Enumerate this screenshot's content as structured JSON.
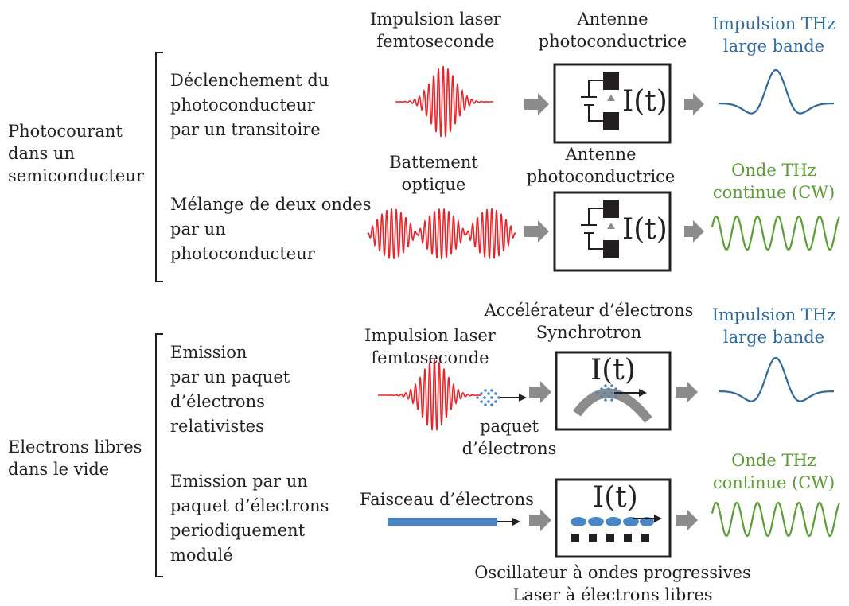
{
  "categories": {
    "photocurrent": "Photocourant\ndans un\nsemiconducteur",
    "free_electrons": "Electrons libres\ndans le vide"
  },
  "methods": {
    "m1": "Déclenchement du\nphotoconducteur\npar un transitoire",
    "m2": "Mélange de deux ondes\npar un\nphotoconducteur",
    "m3": "Emission\npar un paquet\nd’électrons\nrelativistes",
    "m4": "Emission par un\npaquet d’électrons\nperiodiquement\nmodulé"
  },
  "sources": {
    "s1": "Impulsion laser\nfemtoseconde",
    "s2": "Battement\noptique",
    "s3": "Impulsion laser\nfemtoseconde",
    "s4": "Faisceau d’électrons"
  },
  "devices": {
    "d1": "Antenne\nphotoconductrice",
    "d2": "Antenne\nphotoconductrice",
    "d3": "Accélérateur d’électrons\nSynchrotron",
    "d4": "Oscillateur à ondes progressives\nLaser à électrons libres"
  },
  "annotations": {
    "bunch": "paquet\nd’électrons",
    "current": "I(t)"
  },
  "outputs": {
    "o1": "Impulsion THz\nlarge bande",
    "o2": "Onde THz\ncontinue (CW)",
    "o3": "Impulsion THz\nlarge bande",
    "o4": "Onde THz\ncontinue (CW)"
  },
  "colors": {
    "laser": "#e8242b",
    "pulse_output": "#2e6aa0",
    "cw_output": "#5a9e32",
    "electrons": "#4a86c5",
    "arrow": "#8c8c8c"
  }
}
